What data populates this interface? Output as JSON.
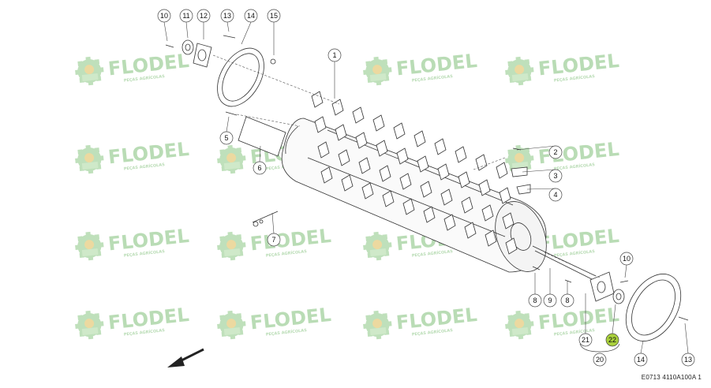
{
  "watermark": {
    "brand": "FLODEL",
    "tagline": "PEÇAS AGRÍCOLAS",
    "colors": {
      "text": "#b9dcb5",
      "gear": "#bfe0bb",
      "sun": "#ecd9a0"
    }
  },
  "callouts": [
    {
      "label": "10"
    },
    {
      "label": "11"
    },
    {
      "label": "12"
    },
    {
      "label": "13"
    },
    {
      "label": "14"
    },
    {
      "label": "15"
    },
    {
      "label": "1"
    },
    {
      "label": "5"
    },
    {
      "label": "6"
    },
    {
      "label": "2"
    },
    {
      "label": "3"
    },
    {
      "label": "4"
    },
    {
      "label": "7"
    },
    {
      "label": "10"
    },
    {
      "label": "8"
    },
    {
      "label": "9"
    },
    {
      "label": "8"
    },
    {
      "label": "21"
    },
    {
      "label": "22"
    },
    {
      "label": "20"
    },
    {
      "label": "14"
    },
    {
      "label": "13"
    }
  ],
  "highlight": {
    "label": "22",
    "color": "#a9d03c"
  },
  "reference_code": "E0713 4110A100A 1"
}
